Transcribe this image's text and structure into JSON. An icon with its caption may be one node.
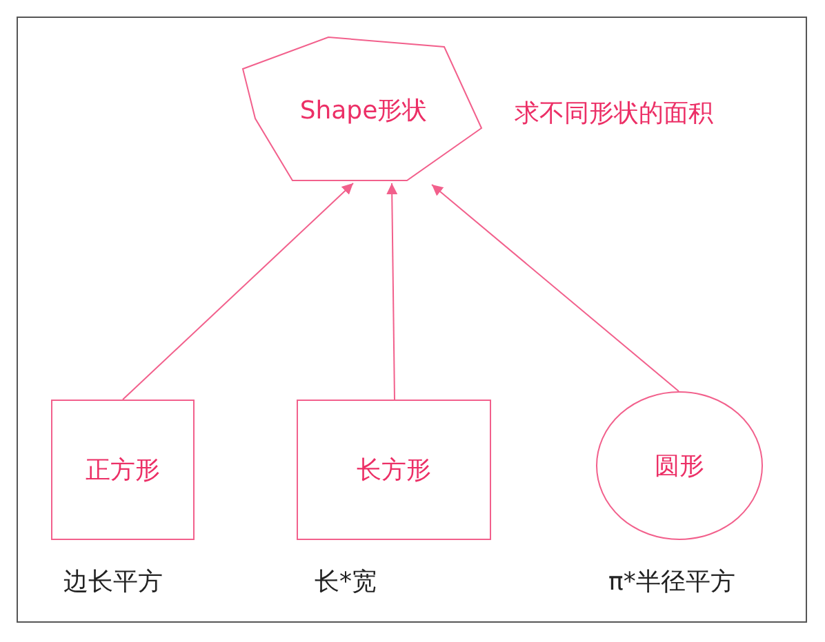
{
  "diagram": {
    "nodes": [
      {
        "text": [
          "Shape形状"
        ],
        "beside": [
          "求不同形状的面积"
        ]
      },
      {
        "text": [
          "正方形"
        ],
        "beside": [
          "边长平方"
        ]
      },
      {
        "text": [
          "长方形"
        ],
        "beside": [
          "长*宽"
        ]
      },
      {
        "text": [
          "圆形"
        ],
        "beside": [
          "π*半径平方"
        ]
      }
    ],
    "edges": [
      {
        "from": 1,
        "to": 0,
        "arrow": "to"
      },
      {
        "from": 2,
        "to": 0,
        "arrow": "to"
      },
      {
        "from": 3,
        "to": 0,
        "arrow": "to"
      }
    ]
  }
}
